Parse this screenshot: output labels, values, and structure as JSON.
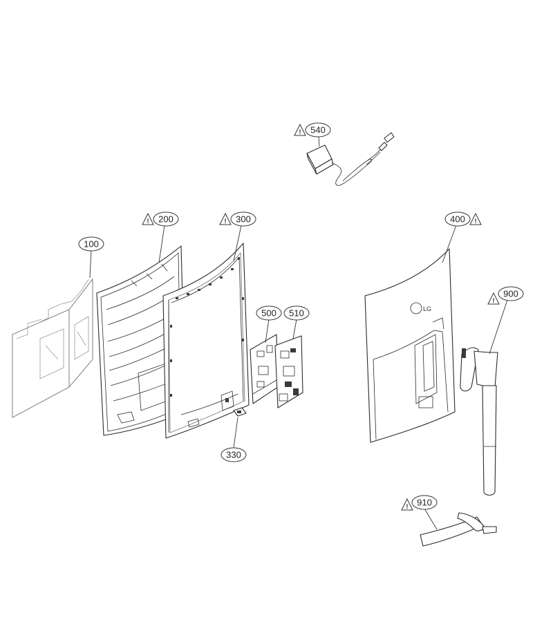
{
  "diagram": {
    "callouts": [
      {
        "id": "callout-100",
        "label": "100",
        "warning": false
      },
      {
        "id": "callout-200",
        "label": "200",
        "warning": true
      },
      {
        "id": "callout-300",
        "label": "300",
        "warning": true
      },
      {
        "id": "callout-330",
        "label": "330",
        "warning": false
      },
      {
        "id": "callout-400",
        "label": "400",
        "warning": true
      },
      {
        "id": "callout-500",
        "label": "500",
        "warning": false
      },
      {
        "id": "callout-510",
        "label": "510",
        "warning": false
      },
      {
        "id": "callout-540",
        "label": "540",
        "warning": true
      },
      {
        "id": "callout-900",
        "label": "900",
        "warning": true
      },
      {
        "id": "callout-910",
        "label": "910",
        "warning": true
      }
    ],
    "warning_symbol": "!",
    "logo_text": "LG"
  }
}
